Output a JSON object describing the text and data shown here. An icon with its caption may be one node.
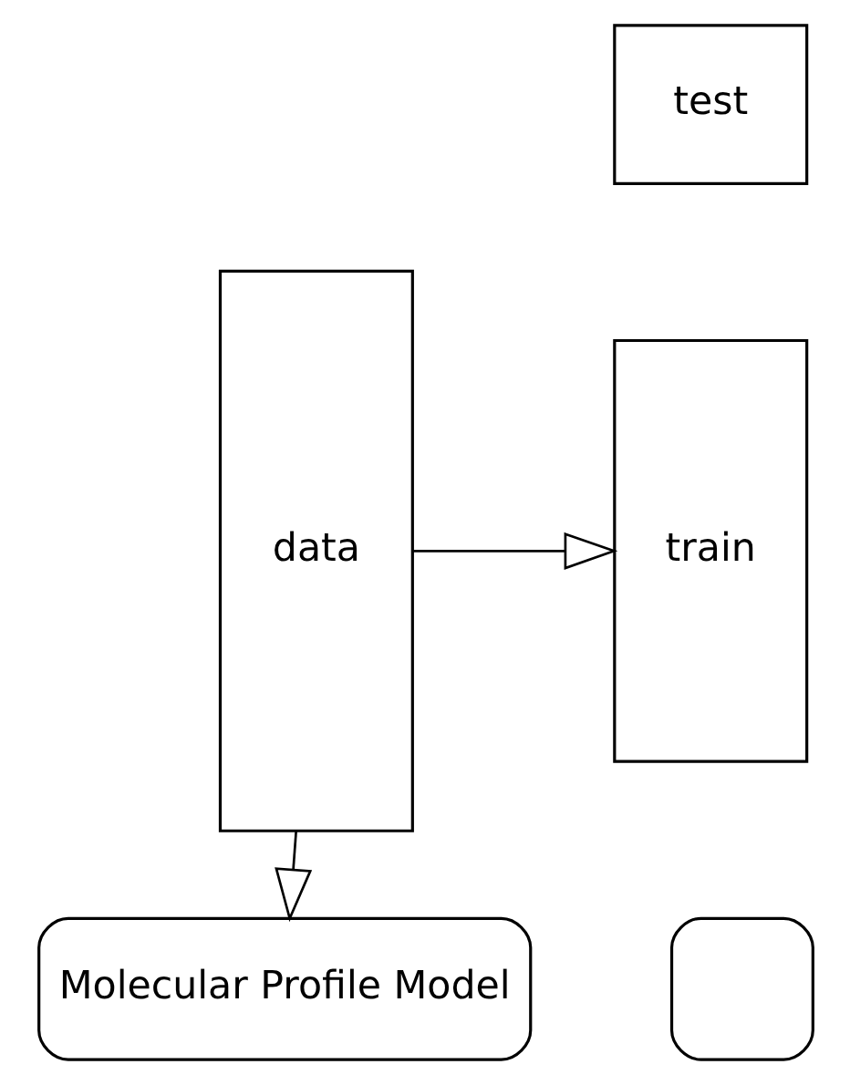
{
  "diagram": {
    "nodes": [
      {
        "text": [
          "data"
        ]
      },
      {
        "text": [
          "test"
        ]
      },
      {
        "text": [
          "train"
        ]
      },
      {
        "text": [],
        "shape": "box"
      },
      {
        "text": [
          "Molecular Profile Model"
        ]
      }
    ],
    "edges": [
      {
        "from": 0,
        "to": 2,
        "arrow": "to"
      },
      {
        "from": 0,
        "to": 4,
        "arrow": "to"
      }
    ]
  }
}
